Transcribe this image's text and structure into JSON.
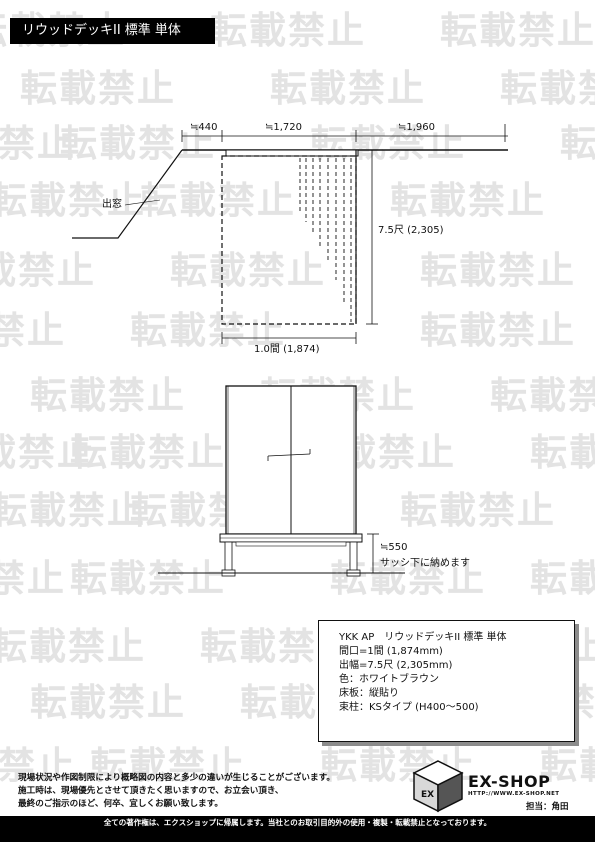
{
  "title": "リウッドデッキII 標準 単体",
  "watermark": "転載禁止",
  "plan": {
    "dim_left": "≒440",
    "dim_mid": "≒1,720",
    "dim_right": "≒1,960",
    "bay_window_label": "出窓",
    "depth_label": "7.5尺 (2,305)",
    "width_label": "1.0間 (1,874)"
  },
  "elevation": {
    "height_label": "≒550",
    "note_label": "サッシ下に納めます"
  },
  "spec": {
    "line1": "YKK AP　リウッドデッキII 標準 単体",
    "line2": "間口=1間 (1,874mm)",
    "line3": "出幅=7.5尺 (2,305mm)",
    "line4": "色：ホワイトブラウン",
    "line5": "床板：縦貼り",
    "line6": "束柱：KSタイプ (H400～500)"
  },
  "disclaimer": {
    "line1": "現場状況や作図制限により概略図の内容と多少の違いが生じることがございます。",
    "line2": "施工時は、現場優先とさせて頂きたく思いますので、お立会い頂き、",
    "line3": "最終のご指示のほど、何卒、宜しくお願い致します。"
  },
  "brand": {
    "logo_name": "EX-SHOP",
    "url": "HTTP://WWW.EX-SHOP.NET",
    "staff": "担当：角田",
    "cube_letters": "EX"
  },
  "footer": "全ての著作権は、エクスショップに帰属します。当社とのお取引目的外の使用・複製・転載禁止となっております。"
}
